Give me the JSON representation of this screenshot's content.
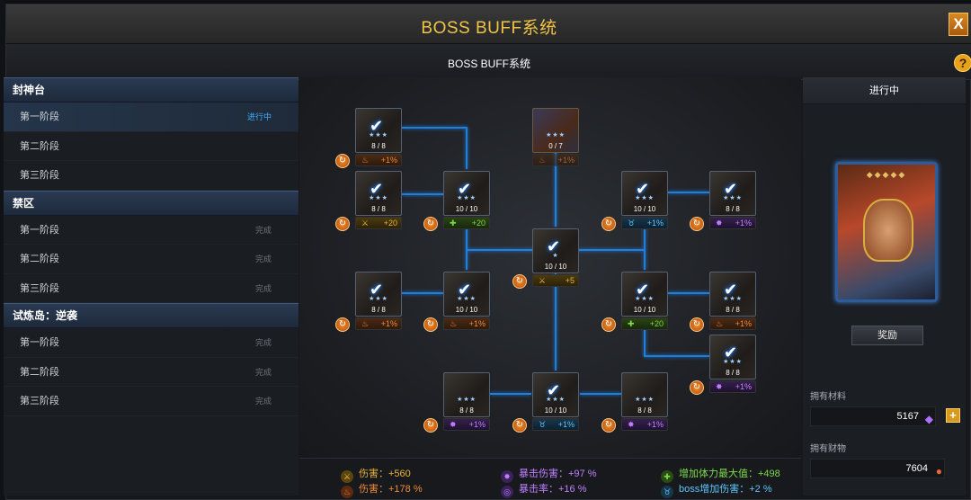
{
  "window": {
    "title": "BOSS BUFF系统",
    "subtitle": "BOSS BUFF系统",
    "close_label": "X",
    "help_label": "?"
  },
  "sidebar": {
    "groups": [
      {
        "name": "封神台",
        "stages": [
          {
            "label": "第一阶段",
            "status": "进行中"
          },
          {
            "label": "第二阶段",
            "status": ""
          },
          {
            "label": "第三阶段",
            "status": ""
          }
        ]
      },
      {
        "name": "禁区",
        "stages": [
          {
            "label": "第一阶段",
            "status": "完成"
          },
          {
            "label": "第二阶段",
            "status": "完成"
          },
          {
            "label": "第三阶段",
            "status": "完成"
          }
        ]
      },
      {
        "name": "试炼岛：逆袭",
        "stages": [
          {
            "label": "第一阶段",
            "status": "完成"
          },
          {
            "label": "第二阶段",
            "status": "完成"
          },
          {
            "label": "第三阶段",
            "status": "完成"
          }
        ]
      }
    ]
  },
  "tree": {
    "nodes": [
      {
        "progress": "8 / 8",
        "buff_type": "fire",
        "buff": "+1%",
        "locked": false
      },
      {
        "progress": "0 / 7",
        "buff_type": "fire",
        "buff": "+1%",
        "locked": true
      },
      {
        "progress": "8 / 8",
        "buff_type": "atk",
        "buff": "+20",
        "locked": false
      },
      {
        "progress": "10 / 10",
        "buff_type": "hp",
        "buff": "+20",
        "locked": false
      },
      {
        "progress": "10 / 10",
        "buff_type": "boss",
        "buff": "+1%",
        "locked": false
      },
      {
        "progress": "8 / 8",
        "buff_type": "crit",
        "buff": "+1%",
        "locked": false
      },
      {
        "progress": "10 / 10",
        "buff_type": "atk",
        "buff": "+5",
        "locked": false
      },
      {
        "progress": "8 / 8",
        "buff_type": "fire",
        "buff": "+1%",
        "locked": false
      },
      {
        "progress": "10 / 10",
        "buff_type": "fire",
        "buff": "+1%",
        "locked": false
      },
      {
        "progress": "10 / 10",
        "buff_type": "hp",
        "buff": "+20",
        "locked": false
      },
      {
        "progress": "8 / 8",
        "buff_type": "fire",
        "buff": "+1%",
        "locked": false
      },
      {
        "progress": "8 / 8",
        "buff_type": "crit",
        "buff": "+1%",
        "locked": false
      },
      {
        "progress": "8 / 8",
        "buff_type": "crit",
        "buff": "+1%",
        "locked": false
      },
      {
        "progress": "10 / 10",
        "buff_type": "boss",
        "buff": "+1%",
        "locked": false
      },
      {
        "progress": "8 / 8",
        "buff_type": "crit",
        "buff": "+1%",
        "locked": false
      }
    ]
  },
  "summary": {
    "damage_flat": "伤害：+560",
    "damage_pct": "伤害：+178 %",
    "crit_damage": "暴击伤害：+97 %",
    "crit_rate": "暴击率：+16 %",
    "max_hp": "增加体力最大值：+498",
    "boss_damage": "boss增加伤害：+2 %"
  },
  "right_panel": {
    "header": "进行中",
    "reward_label": "奖励",
    "materials_label": "拥有材料",
    "materials_value": "5167",
    "wealth_label": "拥有财物",
    "wealth_value": "7604",
    "add_label": "+"
  },
  "colors": {
    "accent_gold": "#f0c444",
    "active_blue": "#3fb0ff",
    "link_line": "#1e8fff"
  }
}
